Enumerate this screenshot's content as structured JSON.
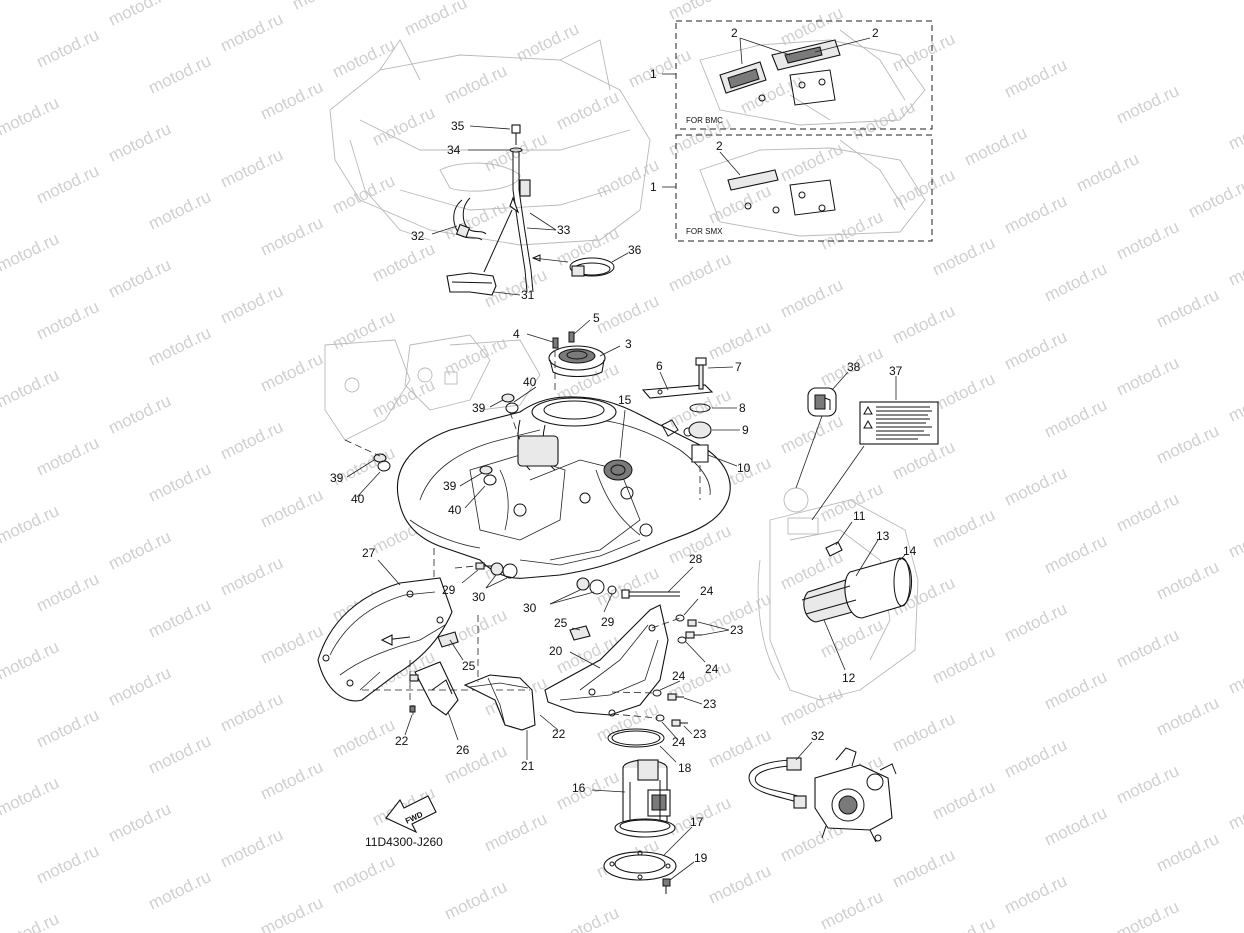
{
  "watermark": "motod.ru",
  "diagram_code": "11D4300-J260",
  "fwd_label": "FWD",
  "variants": {
    "bmc": "FOR BMC",
    "smx": "FOR SMX"
  },
  "callouts": {
    "c1a": "1",
    "c1b": "1",
    "c2a": "2",
    "c2b": "2",
    "c2c": "2",
    "c3": "3",
    "c4": "4",
    "c5": "5",
    "c6": "6",
    "c7": "7",
    "c8": "8",
    "c9": "9",
    "c10": "10",
    "c11": "11",
    "c12": "12",
    "c13": "13",
    "c14": "14",
    "c15": "15",
    "c16": "16",
    "c17": "17",
    "c18": "18",
    "c19": "19",
    "c20": "20",
    "c21": "21",
    "c22a": "22",
    "c22b": "22",
    "c23a": "23",
    "c23b": "23",
    "c23c": "23",
    "c24a": "24",
    "c24b": "24",
    "c24c": "24",
    "c24d": "24",
    "c25a": "25",
    "c25b": "25",
    "c26": "26",
    "c27": "27",
    "c28": "28",
    "c29a": "29",
    "c29b": "29",
    "c30a": "30",
    "c30b": "30",
    "c31": "31",
    "c32a": "32",
    "c32b": "32",
    "c33": "33",
    "c34": "34",
    "c35": "35",
    "c36": "36",
    "c37": "37",
    "c38": "38",
    "c39a": "39",
    "c39b": "39",
    "c39c": "39",
    "c40a": "40",
    "c40b": "40",
    "c40c": "40"
  }
}
